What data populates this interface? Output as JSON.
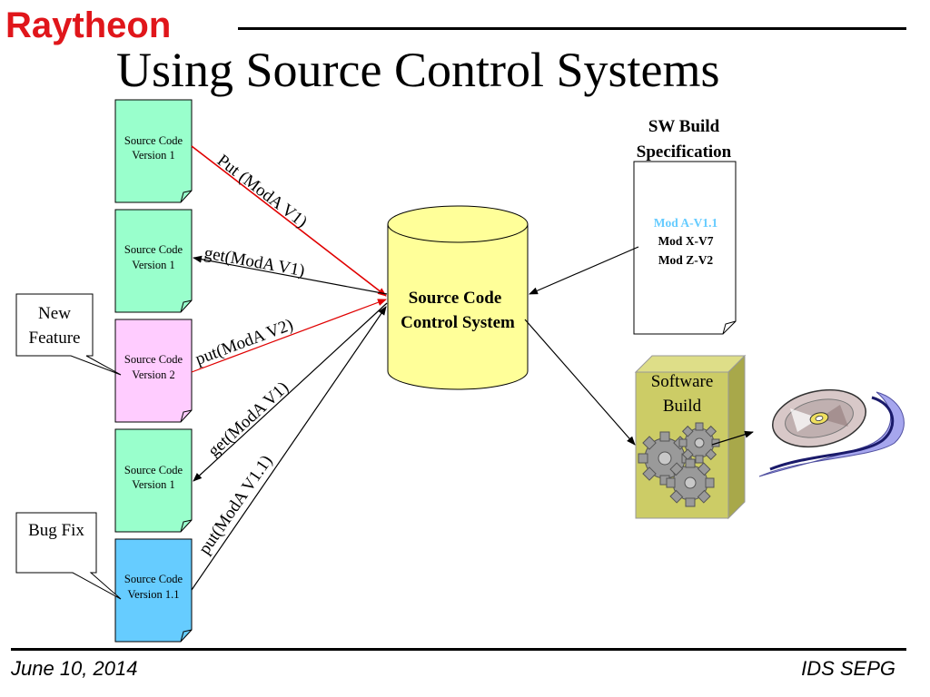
{
  "header": {
    "logo": "Raytheon",
    "title": "Using Source Control Systems"
  },
  "docs": [
    {
      "line1": "Source Code",
      "line2": "Version 1",
      "color": "#99ffcc"
    },
    {
      "line1": "Source Code",
      "line2": "Version 1",
      "color": "#99ffcc"
    },
    {
      "line1": "Source Code",
      "line2": "Version 2",
      "color": "#ffccff"
    },
    {
      "line1": "Source Code",
      "line2": "Version 1",
      "color": "#99ffcc"
    },
    {
      "line1": "Source Code",
      "line2": "Version 1.1",
      "color": "#66ccff"
    }
  ],
  "callouts": {
    "new_feature_line1": "New",
    "new_feature_line2": "Feature",
    "bug_fix": "Bug Fix"
  },
  "arrows": {
    "put_v1": "Put (ModA V1)",
    "get_v1": "get(ModA V1)",
    "put_v2": "put(ModA V2)",
    "get_v1_b": "get(ModA V1)",
    "put_v11": "put(ModA V1.1)"
  },
  "scs": {
    "line1": "Source Code",
    "line2": "Control System",
    "color": "#ffff99"
  },
  "spec": {
    "heading1": "SW Build",
    "heading2": "Specification",
    "item1": "Mod A-V1.1",
    "item1_color": "#66ccff",
    "item2": "Mod  X-V7",
    "item3": "Mod  Z-V2"
  },
  "build": {
    "line1": "Software",
    "line2": "Build",
    "color": "#cccc66"
  },
  "footer": {
    "date": "June 10, 2014",
    "org": "IDS SEPG"
  }
}
